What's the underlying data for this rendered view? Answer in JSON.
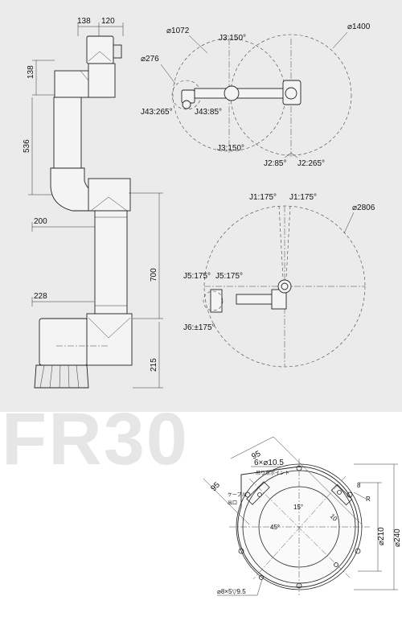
{
  "model_watermark": "FR30",
  "side_view": {
    "dim_top_left": "138",
    "dim_top_right": "120",
    "dim_vert_small": "138",
    "dim_upper_arm": "536",
    "dim_offset": "200",
    "dim_lower_arm": "700",
    "dim_base_offset": "228",
    "dim_base_height": "215"
  },
  "top_view_reach": {
    "dia_1072": "⌀1072",
    "dia_1400": "⌀1400",
    "dia_276": "⌀276",
    "j3_top": "J3:150°",
    "j3_bottom": "J3:150°",
    "j43_265": "J43:265°",
    "j43_85": "J43:85°",
    "j2_85": "J2:85°",
    "j2_265": "J2:265°"
  },
  "plan_view": {
    "j1_left": "J1:175°",
    "j1_right": "J1:175°",
    "dia_2806": "⌀2806",
    "j5_left": "J5:175°",
    "j5_right": "J5:175°",
    "j6": "J6:±175°"
  },
  "base_view": {
    "holes_top": "6×⌀10.5",
    "lifting_point": "吊り点ポイント",
    "cable_label": "ケーブル",
    "exit_label": "出口",
    "dim_95_top": "95",
    "dim_95_left": "95",
    "angle_15": "15°",
    "angle_45": "45°",
    "dim_10": "10",
    "dim_8": "8",
    "radius": "R",
    "dia_210": "⌀210",
    "dia_240": "⌀240",
    "holes_bottom": "⌀8×5▽9.5"
  }
}
